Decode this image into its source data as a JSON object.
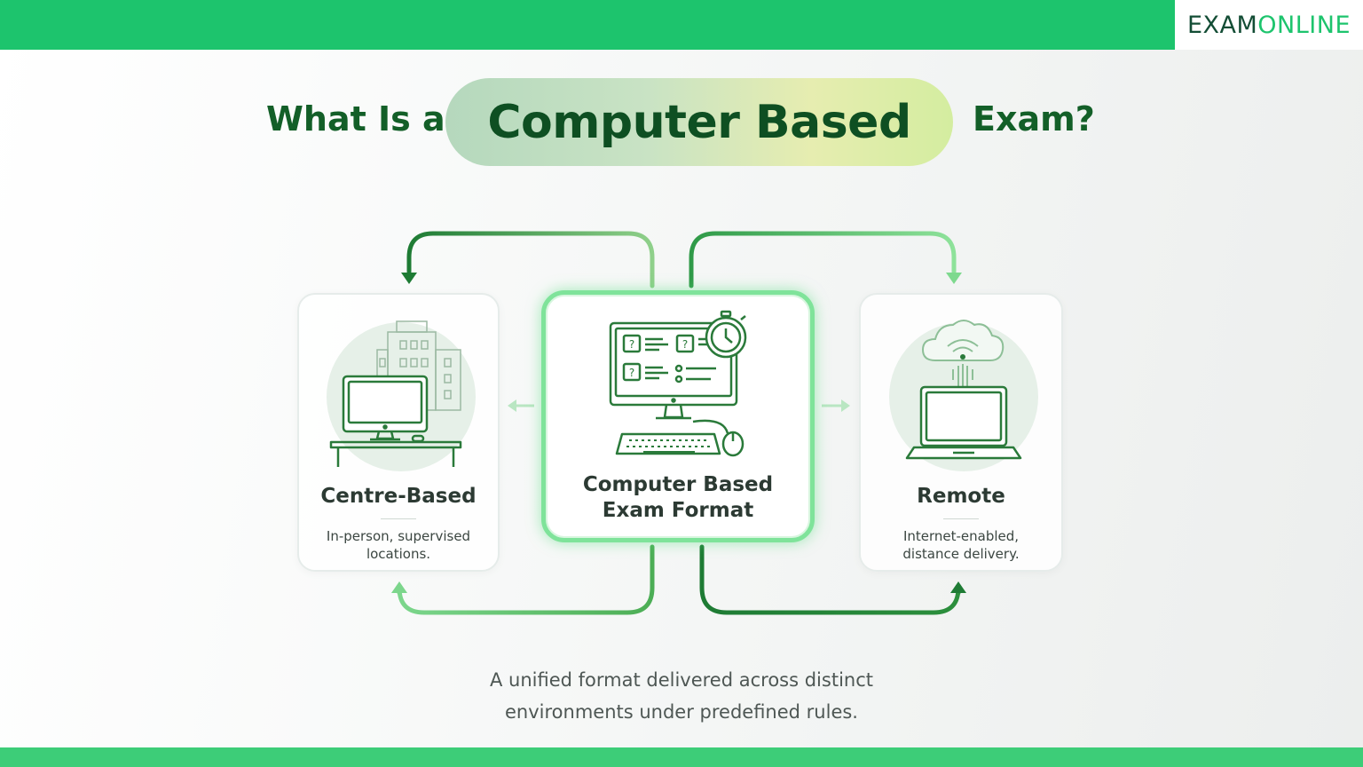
{
  "brand": {
    "part1": "EXAM",
    "part2": "ONLINE"
  },
  "title": {
    "prefix": "What Is a",
    "highlight": "Computer Based",
    "suffix": "Exam?"
  },
  "center": {
    "line1": "Computer Based",
    "line2": "Exam Format"
  },
  "left_card": {
    "title": "Centre-Based",
    "desc_line1": "In-person, supervised",
    "desc_line2": "locations."
  },
  "right_card": {
    "title": "Remote",
    "desc_line1": "Internet-enabled,",
    "desc_line2": "distance delivery."
  },
  "caption": {
    "line1": "A unified format delivered across distinct",
    "line2": "environments under predefined rules."
  },
  "colors": {
    "brand_green": "#1dc46d",
    "dark_green": "#135f28",
    "icon_green": "#2a7a3a",
    "glow_green": "#7fe39a"
  },
  "icons": [
    "building-icon",
    "desktop-computer-icon",
    "exam-screen-icon",
    "stopwatch-icon",
    "keyboard-icon",
    "mouse-icon",
    "cloud-wifi-icon",
    "laptop-icon"
  ]
}
